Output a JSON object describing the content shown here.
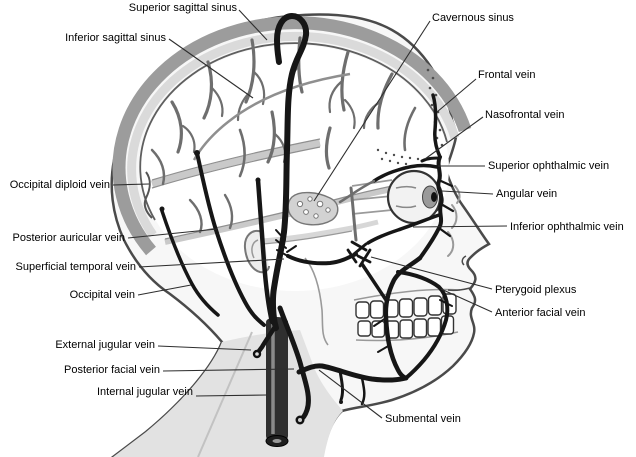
{
  "figure": {
    "labels": {
      "superior_sagittal_sinus": "Superior sagittal sinus",
      "inferior_sagittal_sinus": "Inferior sagittal sinus",
      "occipital_diploid_vein": "Occipital diploid vein",
      "posterior_auricular_vein": "Posterior auricular vein",
      "superficial_temporal_vein": "Superficial temporal vein",
      "occipital_vein": "Occipital vein",
      "external_jugular_vein": "External jugular vein",
      "posterior_facial_vein": "Posterior facial vein",
      "internal_jugular_vein": "Internal jugular vein",
      "cavernous_sinus": "Cavernous sinus",
      "frontal_vein": "Frontal vein",
      "nasofrontal_vein": "Nasofrontal vein",
      "superior_ophthalmic_vein": "Superior ophthalmic vein",
      "angular_vein": "Angular vein",
      "inferior_ophthalmic_vein": "Inferior ophthalmic vein",
      "pterygoid_plexus": "Pterygoid plexus",
      "anterior_facial_vein": "Anterior facial vein",
      "submental_vein": "Submental vein"
    },
    "colors": {
      "background": "#ffffff",
      "vein_black": "#161616",
      "vein_gray": "#6e6e6e",
      "skull_bone": "#9c9c9c",
      "diploe": "#dadada",
      "skin": "#f7f7f7",
      "neck_shade": "#e2e2e2",
      "leader_line": "#2e2e2e",
      "label_text": "#000000"
    }
  }
}
